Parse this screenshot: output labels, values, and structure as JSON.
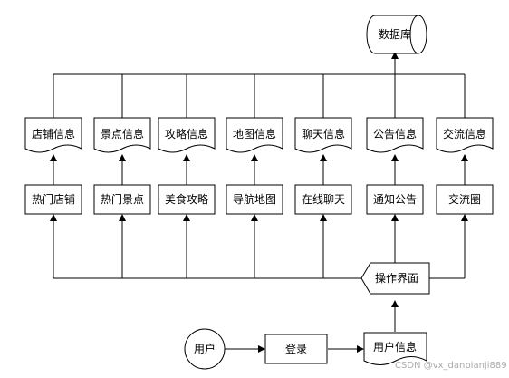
{
  "database": {
    "label": "数据库"
  },
  "doc_row": [
    {
      "id": "shop-info",
      "label": "店铺信息"
    },
    {
      "id": "scenic-info",
      "label": "景点信息"
    },
    {
      "id": "guide-info",
      "label": "攻略信息"
    },
    {
      "id": "map-info",
      "label": "地图信息"
    },
    {
      "id": "chat-info",
      "label": "聊天信息"
    },
    {
      "id": "notice-info",
      "label": "公告信息"
    },
    {
      "id": "exchange-info",
      "label": "交流信息"
    }
  ],
  "module_row": [
    {
      "id": "hot-shops",
      "label": "热门店铺"
    },
    {
      "id": "hot-scenic",
      "label": "热门景点"
    },
    {
      "id": "food-guide",
      "label": "美食攻略"
    },
    {
      "id": "nav-map",
      "label": "导航地图"
    },
    {
      "id": "online-chat",
      "label": "在线聊天"
    },
    {
      "id": "notice-bulletin",
      "label": "通知公告"
    },
    {
      "id": "exchange-circle",
      "label": "交流圈"
    }
  ],
  "operation": {
    "label": "操作界面"
  },
  "user": {
    "label": "用户"
  },
  "login": {
    "label": "登录"
  },
  "user_info": {
    "label": "用户信息"
  },
  "watermark": "CSDN @vx_danpianji889"
}
